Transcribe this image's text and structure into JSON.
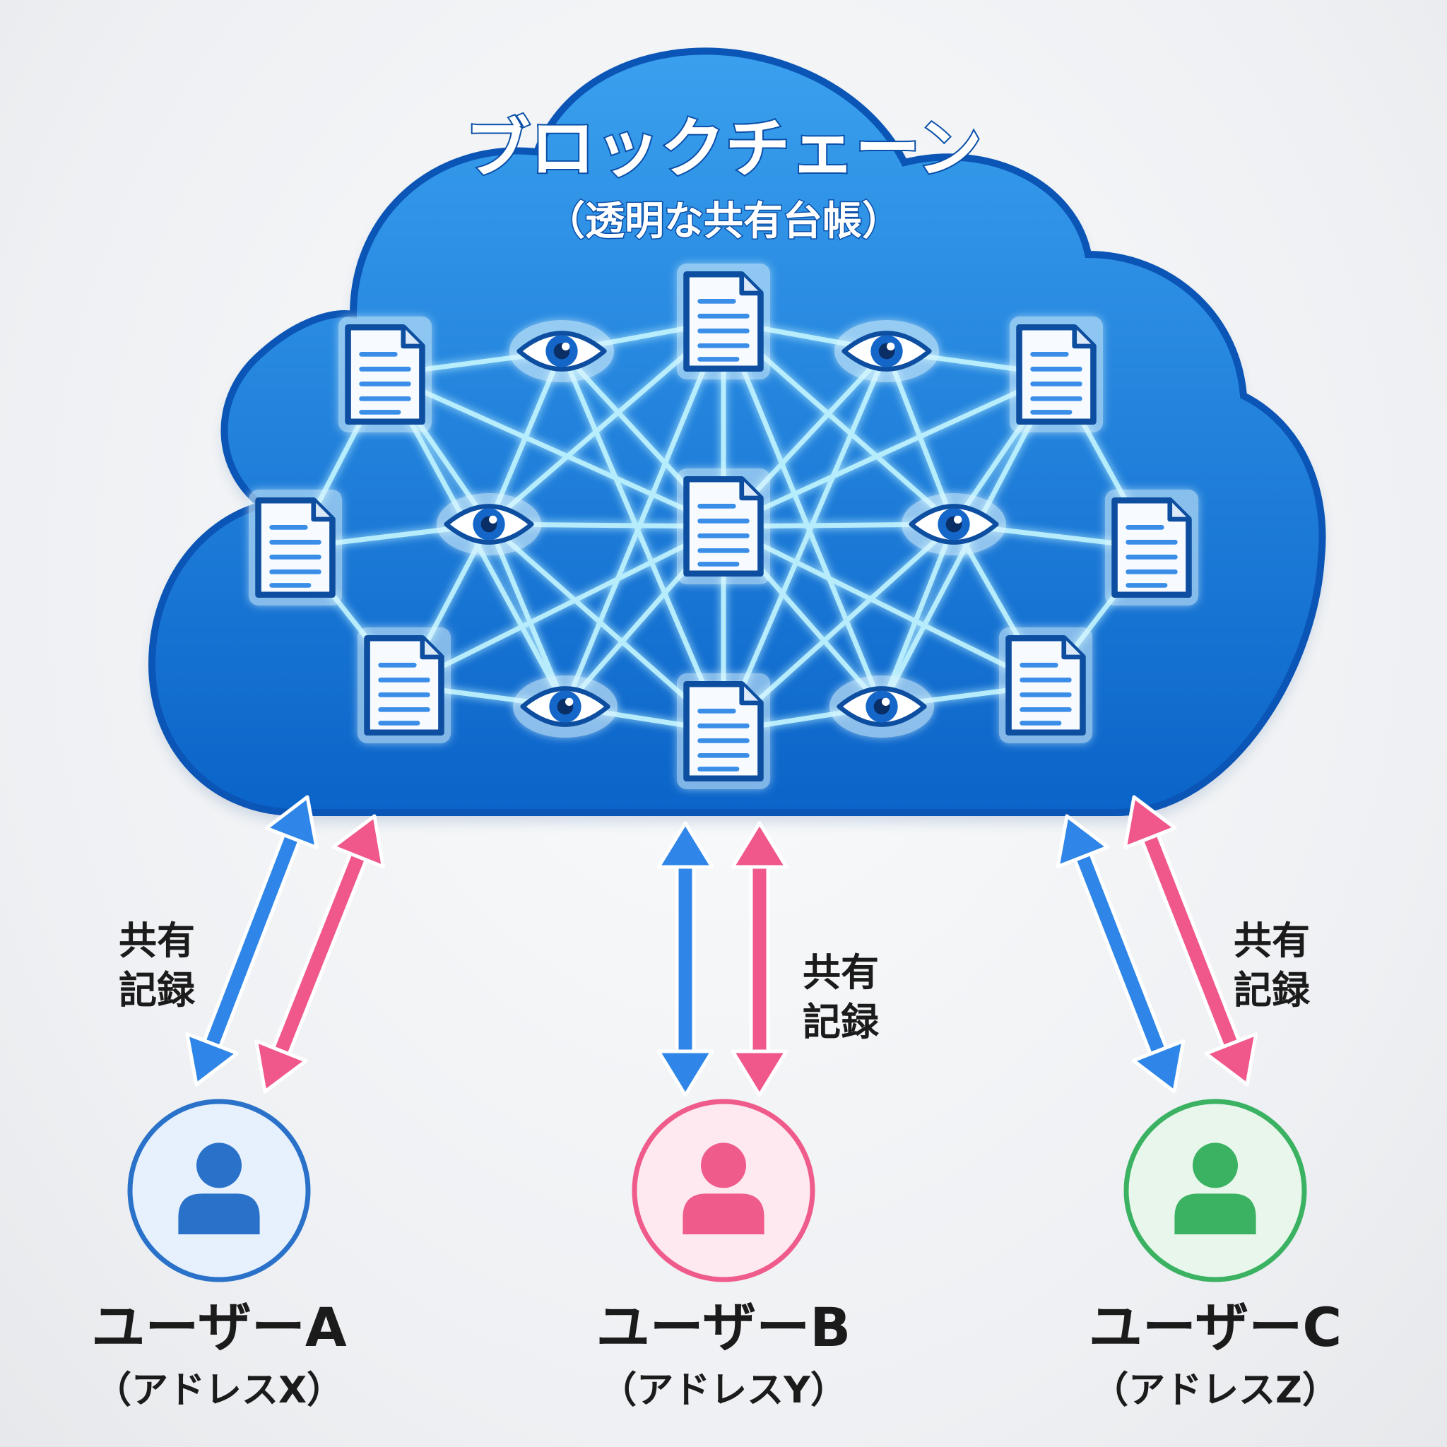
{
  "cloud": {
    "title": "ブロックチェーン",
    "subtitle": "（透明な共有台帳）"
  },
  "connection_label": {
    "line1": "共有",
    "line2": "記録"
  },
  "colors": {
    "cloud_fill_top": "#3aa0ee",
    "cloud_fill_bottom": "#0b64c9",
    "cloud_stroke": "#0a55b5",
    "glow_line": "#bff3ff",
    "doc_fill": "#f7fbff",
    "doc_stroke": "#0d4ea0",
    "doc_line": "#3b8ee8",
    "eye_iris": "#1466c8",
    "arrow_blue": "#2f86e8",
    "arrow_pink": "#f0578a",
    "user_a": "#2a72c9",
    "user_b": "#ef5b8a",
    "user_c": "#3bb262",
    "text_dark": "#1b1b1b"
  },
  "users": [
    {
      "id": "a",
      "name": "ユーザーA",
      "address": "（アドレスX）",
      "icon": "user-icon"
    },
    {
      "id": "b",
      "name": "ユーザーB",
      "address": "（アドレスY）",
      "icon": "user-icon"
    },
    {
      "id": "c",
      "name": "ユーザーC",
      "address": "（アドレスZ）",
      "icon": "user-icon"
    }
  ],
  "nodes": {
    "documents": [
      "document-icon",
      "document-icon",
      "document-icon",
      "document-icon",
      "document-icon",
      "document-icon",
      "document-icon",
      "document-icon",
      "document-icon"
    ],
    "eyes": [
      "eye-icon",
      "eye-icon",
      "eye-icon",
      "eye-icon",
      "eye-icon",
      "eye-icon"
    ]
  }
}
